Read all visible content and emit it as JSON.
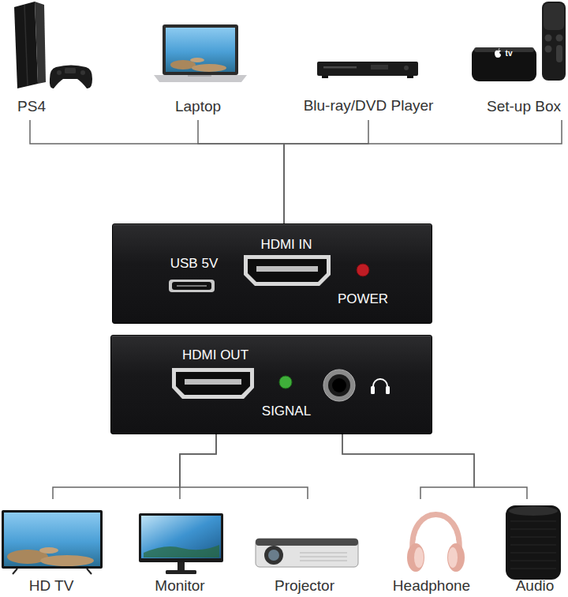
{
  "diagram": {
    "nodes": [
      {
        "text": [
          "PS4"
        ]
      },
      {
        "text": [
          "Laptop"
        ]
      },
      {
        "text": [
          "Blu-ray/DVD Player"
        ]
      },
      {
        "text": [
          "Set-up Box"
        ]
      },
      {
        "text": [
          "USB 5V",
          "HDMI IN",
          "POWER"
        ]
      },
      {
        "text": [
          "HDMI OUT",
          "SIGNAL"
        ]
      },
      {
        "text": [
          "HD TV"
        ]
      },
      {
        "text": [
          "Monitor"
        ]
      },
      {
        "text": [
          "Projector"
        ]
      },
      {
        "text": [
          "Headphone"
        ]
      },
      {
        "text": [
          "Audio"
        ]
      }
    ],
    "edges": [
      {
        "from": 0,
        "to": 4,
        "arrow": "none"
      },
      {
        "from": 1,
        "to": 4,
        "arrow": "none"
      },
      {
        "from": 2,
        "to": 4,
        "arrow": "none"
      },
      {
        "from": 3,
        "to": 4,
        "arrow": "none"
      },
      {
        "from": 5,
        "to": 6,
        "arrow": "none"
      },
      {
        "from": 5,
        "to": 7,
        "arrow": "none"
      },
      {
        "from": 5,
        "to": 8,
        "arrow": "none"
      },
      {
        "from": 5,
        "to": 9,
        "arrow": "none"
      },
      {
        "from": 5,
        "to": 10,
        "arrow": "none"
      }
    ],
    "labels": [
      "tv"
    ]
  }
}
